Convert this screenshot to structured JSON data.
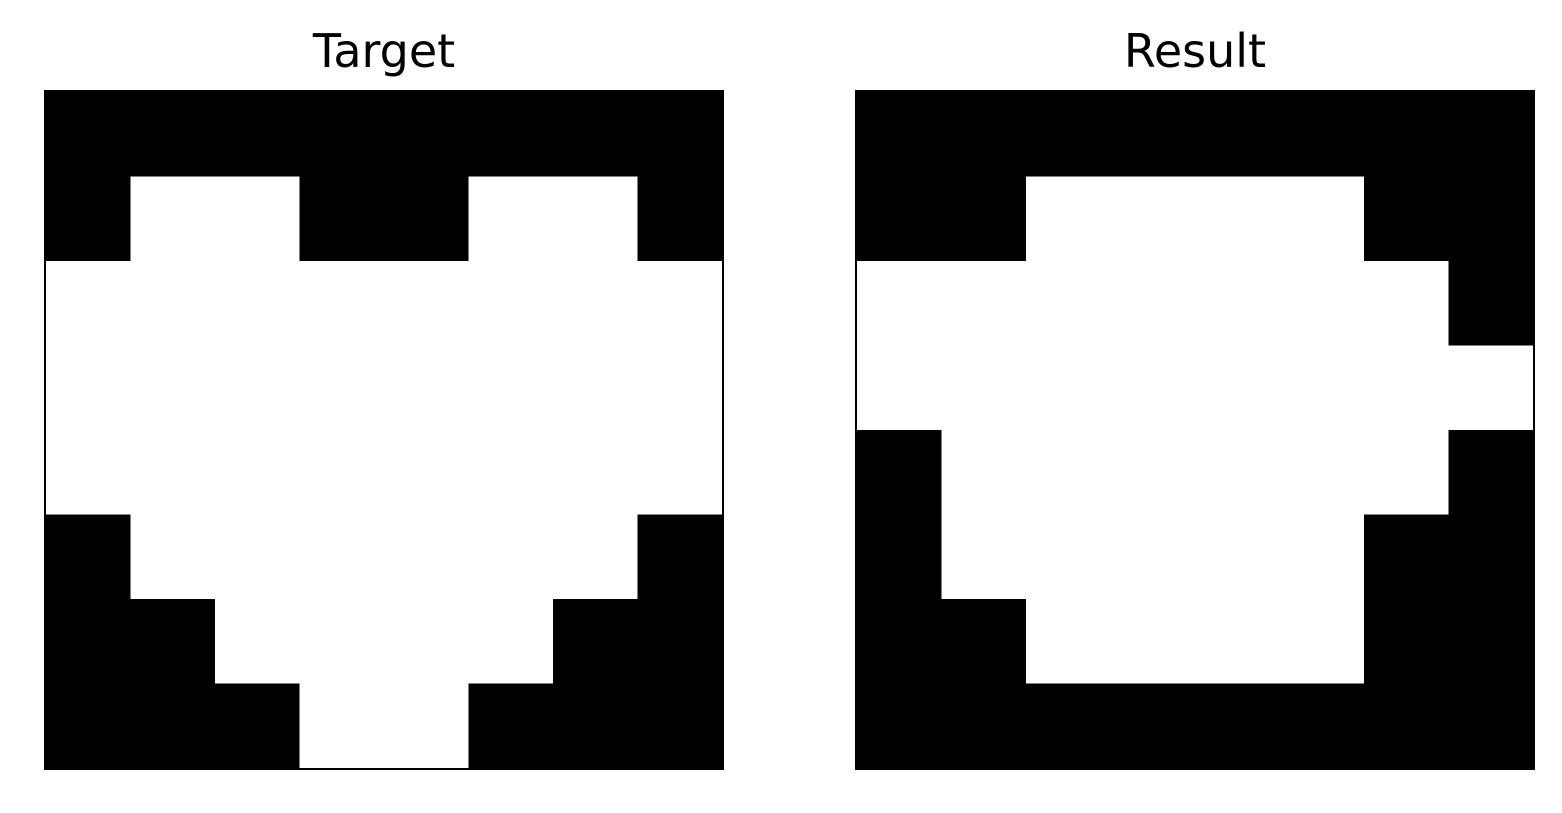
{
  "panels": [
    {
      "id": "target",
      "title": "Target",
      "grid": [
        [
          1,
          1,
          1,
          1,
          1,
          1,
          1,
          1
        ],
        [
          1,
          0,
          0,
          1,
          1,
          0,
          0,
          1
        ],
        [
          0,
          0,
          0,
          0,
          0,
          0,
          0,
          0
        ],
        [
          0,
          0,
          0,
          0,
          0,
          0,
          0,
          0
        ],
        [
          0,
          0,
          0,
          0,
          0,
          0,
          0,
          0
        ],
        [
          1,
          0,
          0,
          0,
          0,
          0,
          0,
          1
        ],
        [
          1,
          1,
          0,
          0,
          0,
          0,
          1,
          1
        ],
        [
          1,
          1,
          1,
          0,
          0,
          1,
          1,
          1
        ]
      ]
    },
    {
      "id": "result",
      "title": "Result",
      "grid": [
        [
          1,
          1,
          1,
          1,
          1,
          1,
          1,
          1
        ],
        [
          1,
          1,
          0,
          0,
          0,
          0,
          1,
          1
        ],
        [
          0,
          0,
          0,
          0,
          0,
          0,
          0,
          1
        ],
        [
          0,
          0,
          0,
          0,
          0,
          0,
          0,
          0
        ],
        [
          1,
          0,
          0,
          0,
          0,
          0,
          0,
          1
        ],
        [
          1,
          0,
          0,
          0,
          0,
          0,
          1,
          1
        ],
        [
          1,
          1,
          0,
          0,
          0,
          0,
          1,
          1
        ],
        [
          1,
          1,
          1,
          1,
          1,
          1,
          1,
          1
        ]
      ]
    }
  ],
  "colors": {
    "filled": "#000000",
    "empty": "#ffffff"
  }
}
